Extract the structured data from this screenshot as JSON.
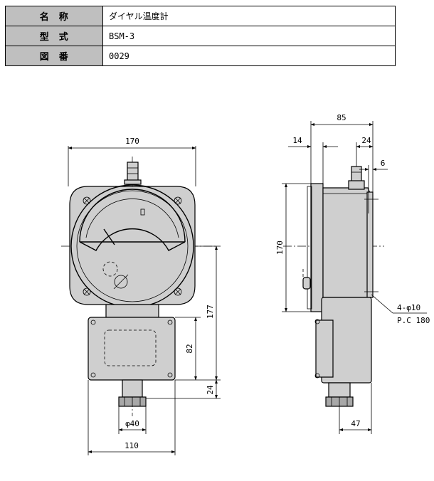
{
  "spec": {
    "rows": [
      {
        "key": "名　称",
        "value": "ダイヤル温度計"
      },
      {
        "key": "型　式",
        "value": "BSM-3"
      },
      {
        "key": "図　番",
        "value": "0029"
      }
    ]
  },
  "dimensions": {
    "front_width": "170",
    "front_height": "177",
    "box_height": "82",
    "bottom_offset": "24",
    "stem_diameter": "φ40",
    "box_width": "110",
    "side_depth": "85",
    "flange_offset": "14",
    "top_offset": "24",
    "stem_offset": "6",
    "side_height": "170",
    "bottom_depth": "47",
    "holes": "4-φ10",
    "pitch_circle": "P.C 180"
  }
}
